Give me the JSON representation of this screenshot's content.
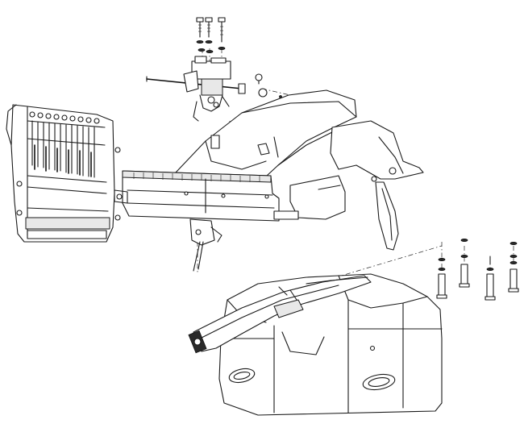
{
  "diagram": {
    "type": "exploded-assembly-line-drawing",
    "colors": {
      "background": "#ffffff",
      "line": "#1a1a1a",
      "shade": "#e8e8e8",
      "dark": "#2a2a2a"
    },
    "parts": [
      "top-screw-set",
      "needle-bar-driver",
      "small-pulley",
      "upper-arm-cover",
      "needle-case",
      "needle-bar-slide-plate",
      "presser-foot-assembly",
      "side-screw-set",
      "lower-base-cover",
      "free-arm"
    ]
  }
}
